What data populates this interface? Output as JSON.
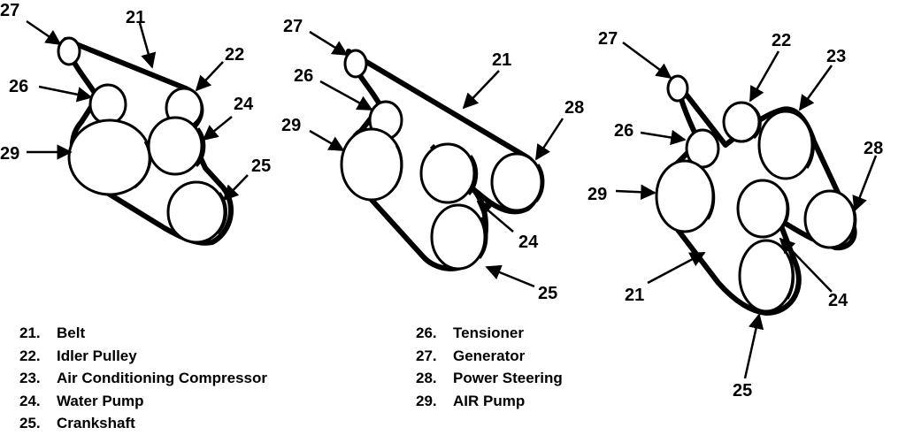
{
  "callouts": {
    "d1": {
      "c27": "27",
      "c21": "21",
      "c22": "22",
      "c26": "26",
      "c24": "24",
      "c29": "29",
      "c25": "25"
    },
    "d2": {
      "c27": "27",
      "c21": "21",
      "c26": "26",
      "c28": "28",
      "c29": "29",
      "c24": "24",
      "c25": "25"
    },
    "d3": {
      "c27": "27",
      "c22": "22",
      "c23": "23",
      "c26": "26",
      "c28": "28",
      "c29": "29",
      "c21": "21",
      "c24": "24",
      "c25": "25"
    }
  },
  "legend": [
    {
      "num": "21.",
      "label": "Belt"
    },
    {
      "num": "22.",
      "label": "Idler Pulley"
    },
    {
      "num": "23.",
      "label": "Air Conditioning Compressor"
    },
    {
      "num": "24.",
      "label": "Water Pump"
    },
    {
      "num": "25.",
      "label": "Crankshaft"
    },
    {
      "num": "26.",
      "label": "Tensioner"
    },
    {
      "num": "27.",
      "label": "Generator"
    },
    {
      "num": "28.",
      "label": "Power Steering"
    },
    {
      "num": "29.",
      "label": "AIR Pump"
    }
  ],
  "colors": {
    "ink": "#000000",
    "paper": "#ffffff"
  }
}
